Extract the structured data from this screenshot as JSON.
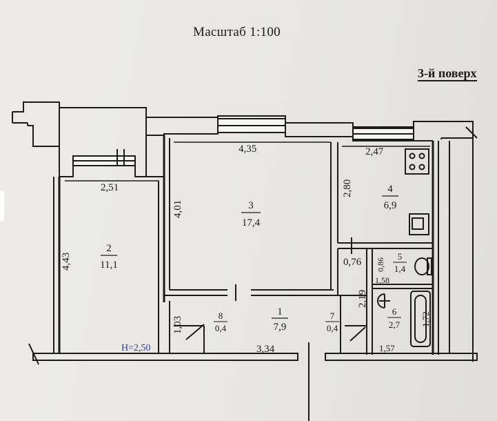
{
  "header": {
    "scale": "Масштаб 1:100",
    "floor": "3-й поверх"
  },
  "ceiling_height": "Н=2,50",
  "rooms": [
    {
      "number": "1",
      "area": "7,9"
    },
    {
      "number": "2",
      "area": "11,1"
    },
    {
      "number": "3",
      "area": "17,4"
    },
    {
      "number": "4",
      "area": "6,9"
    },
    {
      "number": "5",
      "area": "1,4"
    },
    {
      "number": "6",
      "area": "2,7"
    },
    {
      "number": "7",
      "area": "0,4"
    },
    {
      "number": "8",
      "area": "0,4"
    }
  ],
  "dimensions": {
    "room2_width": "2,51",
    "room2_length": "4,43",
    "room3_width": "4,35",
    "room3_length": "4,01",
    "room4_width": "2,47",
    "room4_length": "2,80",
    "corridor_width": "3,34",
    "corridor_depth": "1,03",
    "niche_width": "0,76",
    "wc_depth": "0,86",
    "wc_width": "1,58",
    "bath_depth": "2,19",
    "bath_width": "1,57",
    "bathtub_length": "1,72"
  },
  "colors": {
    "ink": "#1a1a1a",
    "paper": "#e9e8e6",
    "window_fill": "#f6f6f4"
  }
}
